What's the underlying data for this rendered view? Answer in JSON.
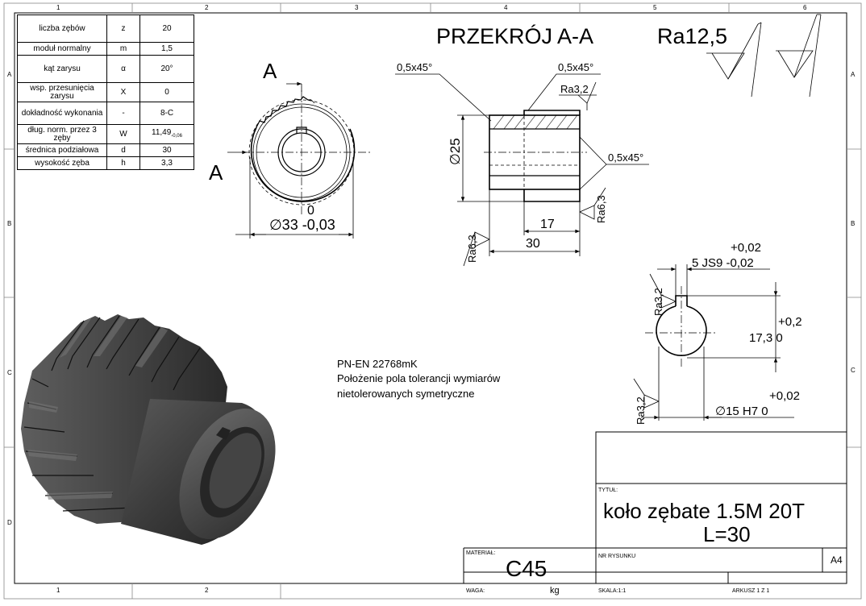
{
  "zones": {
    "columns": [
      "1",
      "2",
      "3",
      "4",
      "5",
      "6"
    ],
    "rows": [
      "A",
      "B",
      "C",
      "D"
    ]
  },
  "params": {
    "rows": [
      {
        "name": "liczba zębów",
        "sym": "z",
        "val": "20"
      },
      {
        "name": "moduł normalny",
        "sym": "m",
        "val": "1,5"
      },
      {
        "name": "kąt zarysu",
        "sym": "α",
        "val": "20°"
      },
      {
        "name": "wsp. przesunięcia zarysu",
        "sym": "X",
        "val": "0"
      },
      {
        "name": "dokładność wykonania",
        "sym": "-",
        "val": "8-C"
      },
      {
        "name": "dług. norm. przez 3 zęby",
        "sym": "W",
        "val": "11,49",
        "val_sub": "-0,06"
      },
      {
        "name": "średnica podziałowa",
        "sym": "d",
        "val": "30"
      },
      {
        "name": "wysokość zęba",
        "sym": "h",
        "val": "3,3"
      }
    ]
  },
  "section_title": "PRZEKRÓJ A-A",
  "roughness_general": "Ra12,5",
  "front_view": {
    "section_letter_top": "A",
    "section_letter_left": "A",
    "dim_tol_upper": "0",
    "dim_main": "∅33 -0,03"
  },
  "section_view": {
    "chamfer_1": "0,5x45°",
    "chamfer_2": "0,5x45°",
    "chamfer_3": "0,5x45°",
    "ra_bore": "Ra3,2",
    "dia_25": "∅25",
    "ra_face_right": "Ra6,3",
    "ra_face_left": "Ra6,3",
    "dim_17": "17",
    "dim_30": "30"
  },
  "keyway_view": {
    "key_width_tol_up": "+0,02",
    "key_width": "5 JS9  -0,02",
    "ra_top": "Ra3,2",
    "height_tol_up": "+0,2",
    "height": "17,3   0",
    "ra_bottom": "Ra3,2",
    "bore_tol_up": "+0,02",
    "bore": "∅15 H7   0"
  },
  "notes": {
    "line1": "PN-EN 22768mK",
    "line2": "Położenie pola tolerancji wymiarów",
    "line3": "nietolerowanych symetryczne"
  },
  "title_block": {
    "title_label": "TYTUŁ:",
    "title_line1": "koło zębate 1.5M 20T",
    "title_line2": "L=30",
    "material_label": "MATERIAŁ:",
    "material": "C45",
    "number_label": "NR RYSUNKU",
    "sheet_size": "A4",
    "weight_label": "WAGA:",
    "weight_unit": "kg",
    "scale_label": "SKALA:1:1",
    "sheet_label": "ARKUSZ 1 Z 1"
  }
}
